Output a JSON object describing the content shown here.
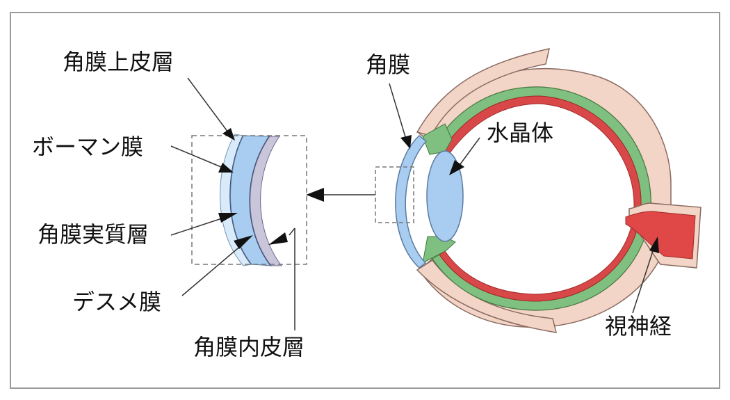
{
  "labels": {
    "epithelium": "角膜上皮層",
    "bowman": "ボーマン膜",
    "stroma": "角膜実質層",
    "descemet": "デスメ膜",
    "endothelium": "角膜内皮層",
    "cornea": "角膜",
    "lens": "水晶体",
    "optic_nerve": "視神経"
  },
  "colors": {
    "sclera": "#f2d5c6",
    "choroid": "#7fbf7f",
    "retina": "#d94848",
    "cornea": "#a8cdf0",
    "lens": "#a8cdf0",
    "epithelium": "#d9ebfa",
    "descemet": "#c9c6dc",
    "optic_nerve": "#e04848"
  }
}
